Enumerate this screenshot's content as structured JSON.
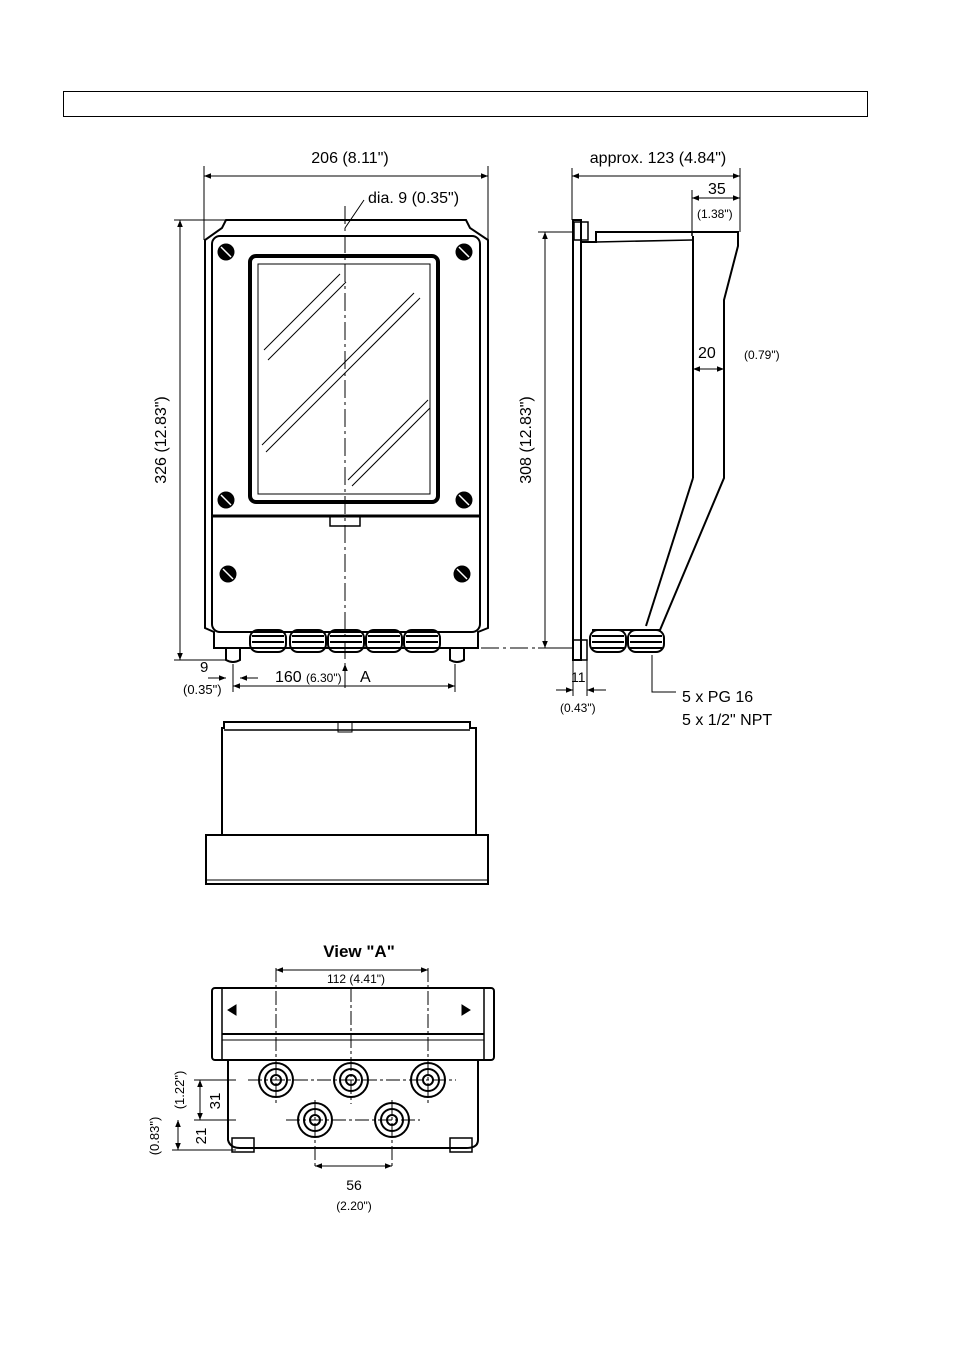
{
  "header": {
    "text": ""
  },
  "front_view": {
    "width_label": "206 (8.11\")",
    "hole_label": "dia. 9 (0.35\")",
    "height_label": "326 (12.83\")",
    "edge_label": "9",
    "edge_label_in": "(0.35\")",
    "spacing_label": "160",
    "spacing_label_in": "(6.30\")",
    "view_marker": "A"
  },
  "side_view": {
    "depth_label": "approx. 123 (4.84\")",
    "top_label": "35",
    "top_label_in": "(1.38\")",
    "wall_label": "20",
    "wall_label_in": "(0.79\")",
    "height_label": "308 (12.83\")",
    "bottom_label": "11",
    "bottom_label_in": "(0.43\")",
    "gland_label_1": "5 x PG 16",
    "gland_label_2": "5 x 1/2\" NPT"
  },
  "view_a": {
    "title": "View \"A\"",
    "spacing_label": "112 (4.41\")",
    "row_spacing_label": "31",
    "row_spacing_label_in": "(1.22\")",
    "bottom_label": "21",
    "bottom_label_in": "(0.83\")",
    "lower_spacing_label": "56",
    "lower_spacing_label_in": "(2.20\")"
  },
  "colors": {
    "line": "#000000",
    "background": "#ffffff"
  }
}
